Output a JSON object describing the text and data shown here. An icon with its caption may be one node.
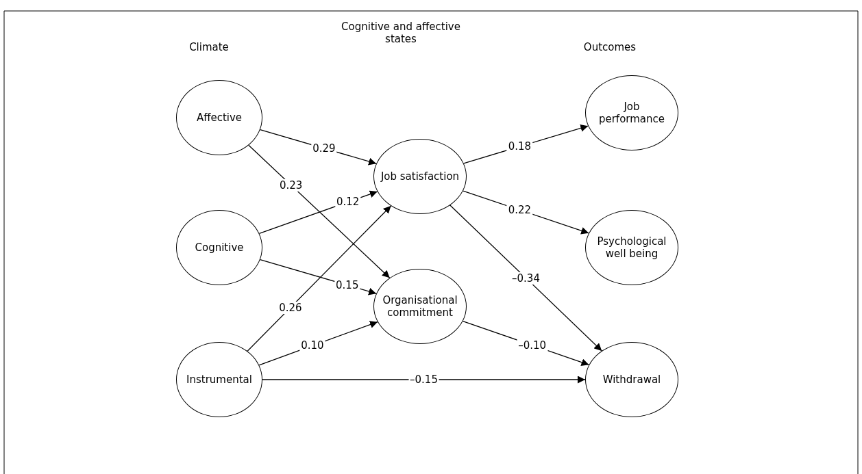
{
  "diagram": {
    "nodes": [
      {
        "text": [
          "Affective"
        ]
      },
      {
        "text": [
          "Cognitive"
        ]
      },
      {
        "text": [
          "Instrumental"
        ]
      },
      {
        "text": [
          "Job satisfaction"
        ]
      },
      {
        "text": [
          "Organisational commitment"
        ]
      },
      {
        "text": [
          "Job performance"
        ]
      },
      {
        "text": [
          "Psychological well being"
        ]
      },
      {
        "text": [
          "Withdrawal"
        ]
      }
    ],
    "edges": [
      {
        "from": 0,
        "to": 3,
        "arrow": "to",
        "label": "0.29"
      },
      {
        "from": 0,
        "to": 4,
        "arrow": "to",
        "label": "0.23"
      },
      {
        "from": 1,
        "to": 3,
        "arrow": "to",
        "label": "0.12"
      },
      {
        "from": 1,
        "to": 4,
        "arrow": "to",
        "label": "0.15"
      },
      {
        "from": 2,
        "to": 3,
        "arrow": "to",
        "label": "0.26"
      },
      {
        "from": 2,
        "to": 4,
        "arrow": "to",
        "label": "0.10"
      },
      {
        "from": 2,
        "to": 7,
        "arrow": "to",
        "label": "–0.15"
      },
      {
        "from": 3,
        "to": 5,
        "arrow": "to",
        "label": "0.18"
      },
      {
        "from": 3,
        "to": 6,
        "arrow": "to",
        "label": "0.22"
      },
      {
        "from": 3,
        "to": 7,
        "arrow": "to",
        "label": "–0.34"
      },
      {
        "from": 4,
        "to": 7,
        "arrow": "to",
        "label": "–0.10"
      }
    ],
    "labels": [
      "Climate",
      "Cognitive and affective states",
      "Outcomes"
    ]
  }
}
